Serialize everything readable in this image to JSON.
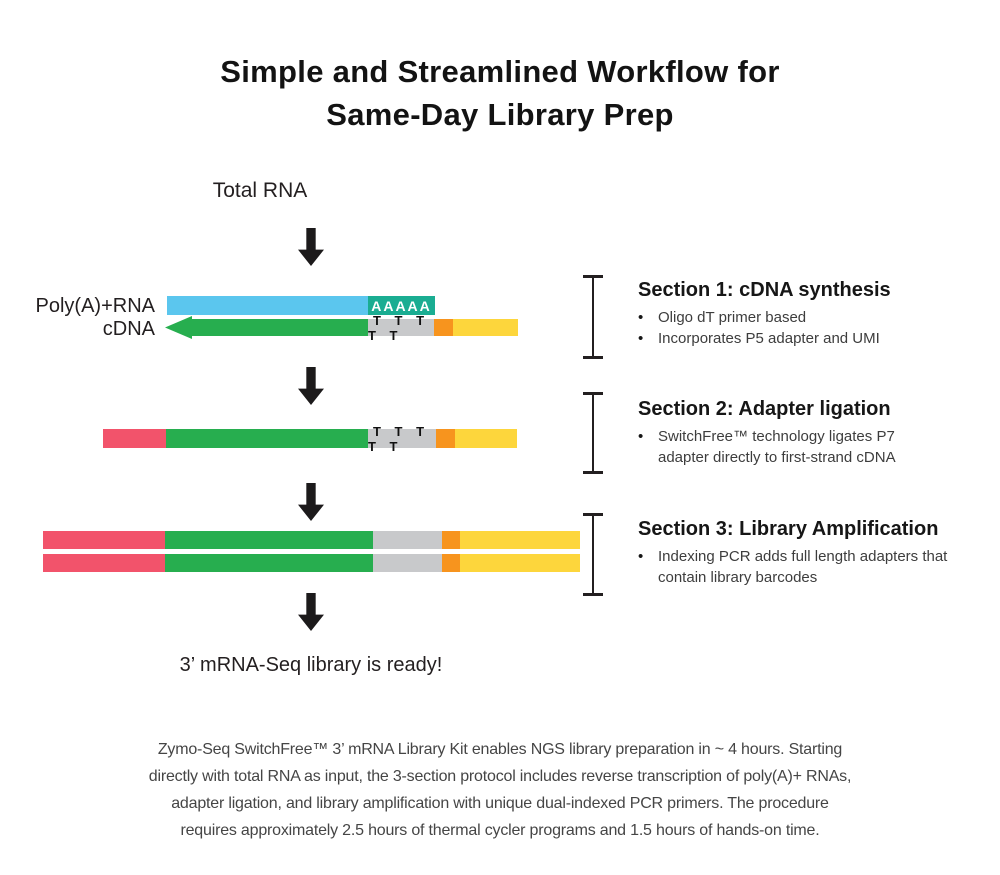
{
  "title": {
    "line1": "Simple and Streamlined Workflow for",
    "line2": "Same-Day Library Prep"
  },
  "workflow": {
    "input_label": "Total RNA",
    "polya_rna_label": "Poly(A)+RNA",
    "cdna_label": "cDNA",
    "polya_tail_letters": "AAAAA",
    "oligo_dt_letters_row1": "T T T T T",
    "oligo_dt_letters_row2": "T T T T T",
    "output_label": "3’ mRNA-Seq library is ready!"
  },
  "sections": [
    {
      "heading": "Section 1: cDNA synthesis",
      "bullets": [
        [
          "Oligo dT primer based"
        ],
        [
          "Incorporates P5 adapter and UMI"
        ]
      ]
    },
    {
      "heading": "Section 2: Adapter ligation",
      "bullets": [
        [
          "SwitchFree™ technology ligates P7",
          "adapter directly to first-strand cDNA"
        ]
      ]
    },
    {
      "heading": "Section 3: Library Amplification",
      "bullets": [
        [
          "Indexing PCR adds full length adapters that",
          "contain library barcodes"
        ]
      ]
    }
  ],
  "footer": {
    "line1": "Zymo-Seq SwitchFree™ 3’ mRNA Library Kit enables NGS library preparation in ~ 4 hours. Starting",
    "line2": "directly with total RNA as input, the 3-section protocol includes reverse transcription of poly(A)+ RNAs,",
    "line3": "adapter ligation, and library amplification with unique dual-indexed PCR primers. The procedure",
    "line4": "requires approximately 2.5 hours of thermal cycler programs and 1.5 hours of hands-on time."
  },
  "colors": {
    "rna_blue": "#5BC6EE",
    "polya_teal": "#1AAD92",
    "cdna_green": "#27AE4F",
    "udg_gray": "#C8C9CB",
    "umi_orange": "#F7941E",
    "adapter_yellow": "#FDD63C",
    "p7_red": "#F2536B",
    "arrow_black": "#1C1A1B"
  }
}
